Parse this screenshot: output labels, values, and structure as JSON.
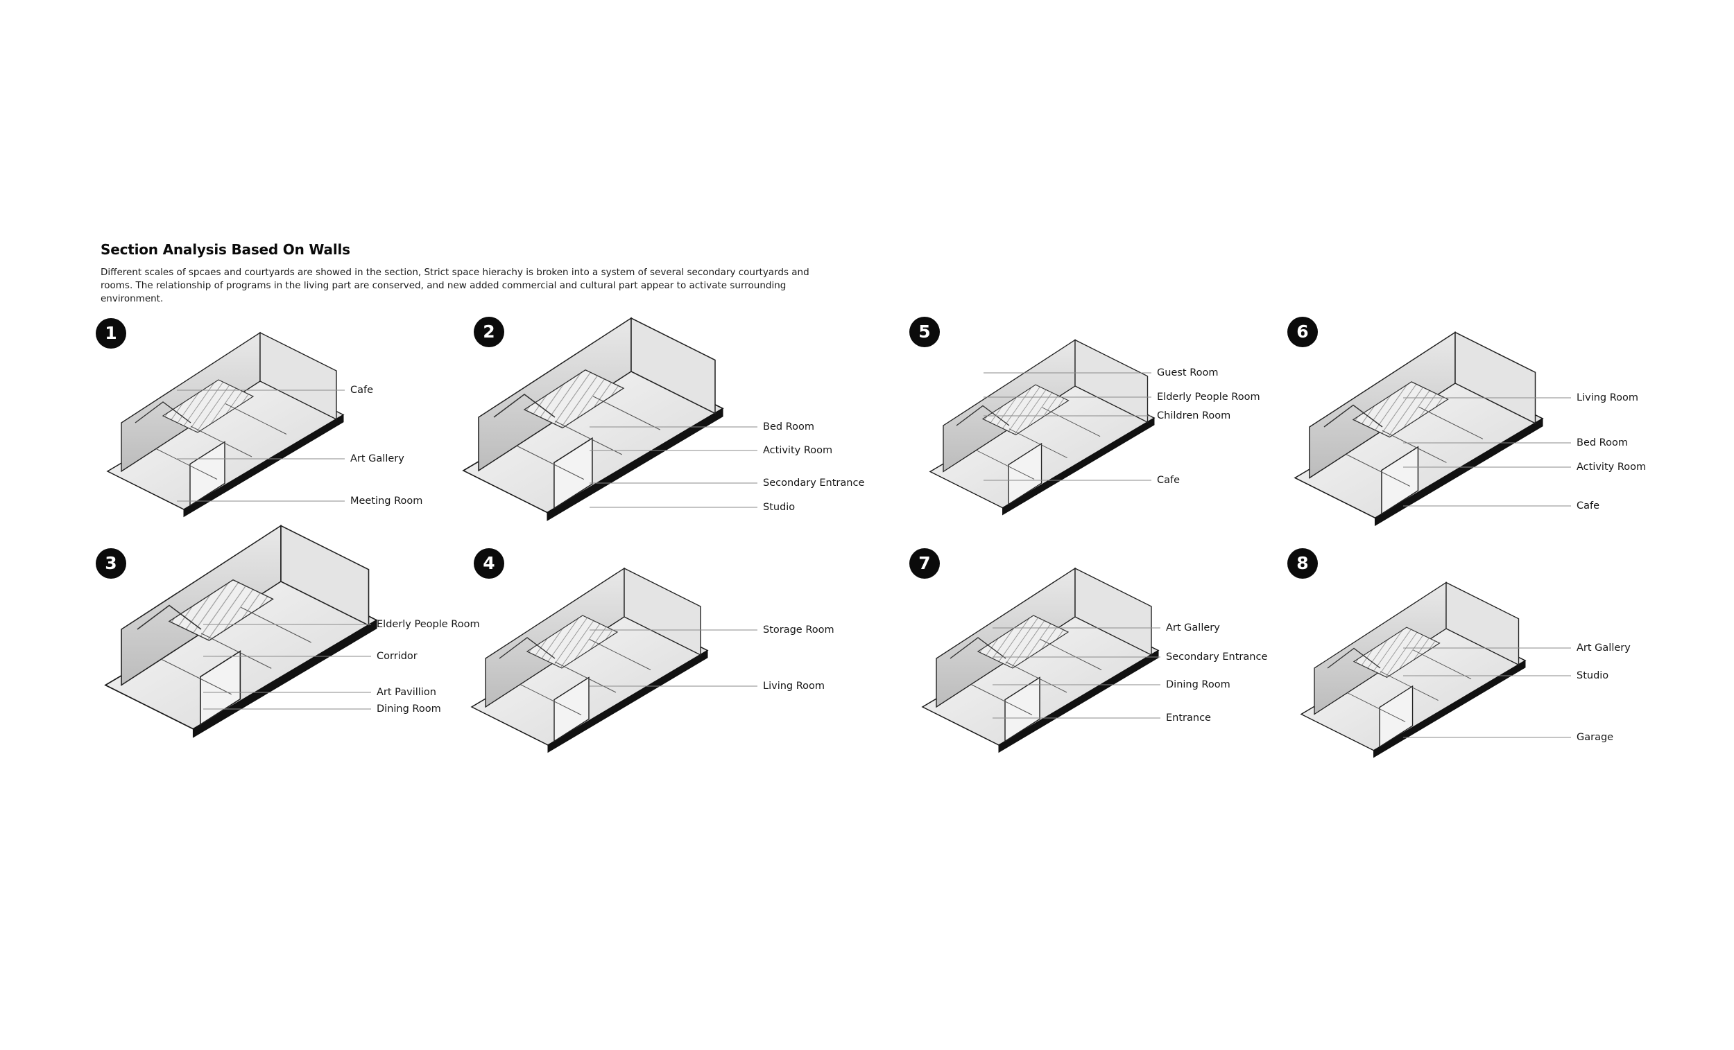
{
  "title": "Section Analysis Based On Walls",
  "description": "Different scales of spcaes and courtyards are showed in the section, Strict space hierachy is broken into a system of several secondary courtyards and rooms. The relationship of programs in the living part are conserved, and new added commercial and cultural part appear to activate surrounding environment.",
  "sections": [
    {
      "number": "1",
      "labels": [
        "Cafe",
        "Art Gallery",
        "Meeting Room"
      ]
    },
    {
      "number": "2",
      "labels": [
        "Bed Room",
        "Activity Room",
        "Secondary Entrance",
        "Studio"
      ]
    },
    {
      "number": "3",
      "labels": [
        "Elderly People Room",
        "Corridor",
        "Art Pavillion",
        "Dining Room"
      ]
    },
    {
      "number": "4",
      "labels": [
        "Storage Room",
        "Living Room"
      ]
    },
    {
      "number": "5",
      "labels": [
        "Guest Room",
        "Elderly People Room",
        "Children Room",
        "Cafe"
      ]
    },
    {
      "number": "6",
      "labels": [
        "Living Room",
        "Bed Room",
        "Activity Room",
        "Cafe"
      ]
    },
    {
      "number": "7",
      "labels": [
        "Art Gallery",
        "Secondary Entrance",
        "Dining Room",
        "Entrance"
      ]
    },
    {
      "number": "8",
      "labels": [
        "Art Gallery",
        "Studio",
        "Garage"
      ]
    }
  ]
}
